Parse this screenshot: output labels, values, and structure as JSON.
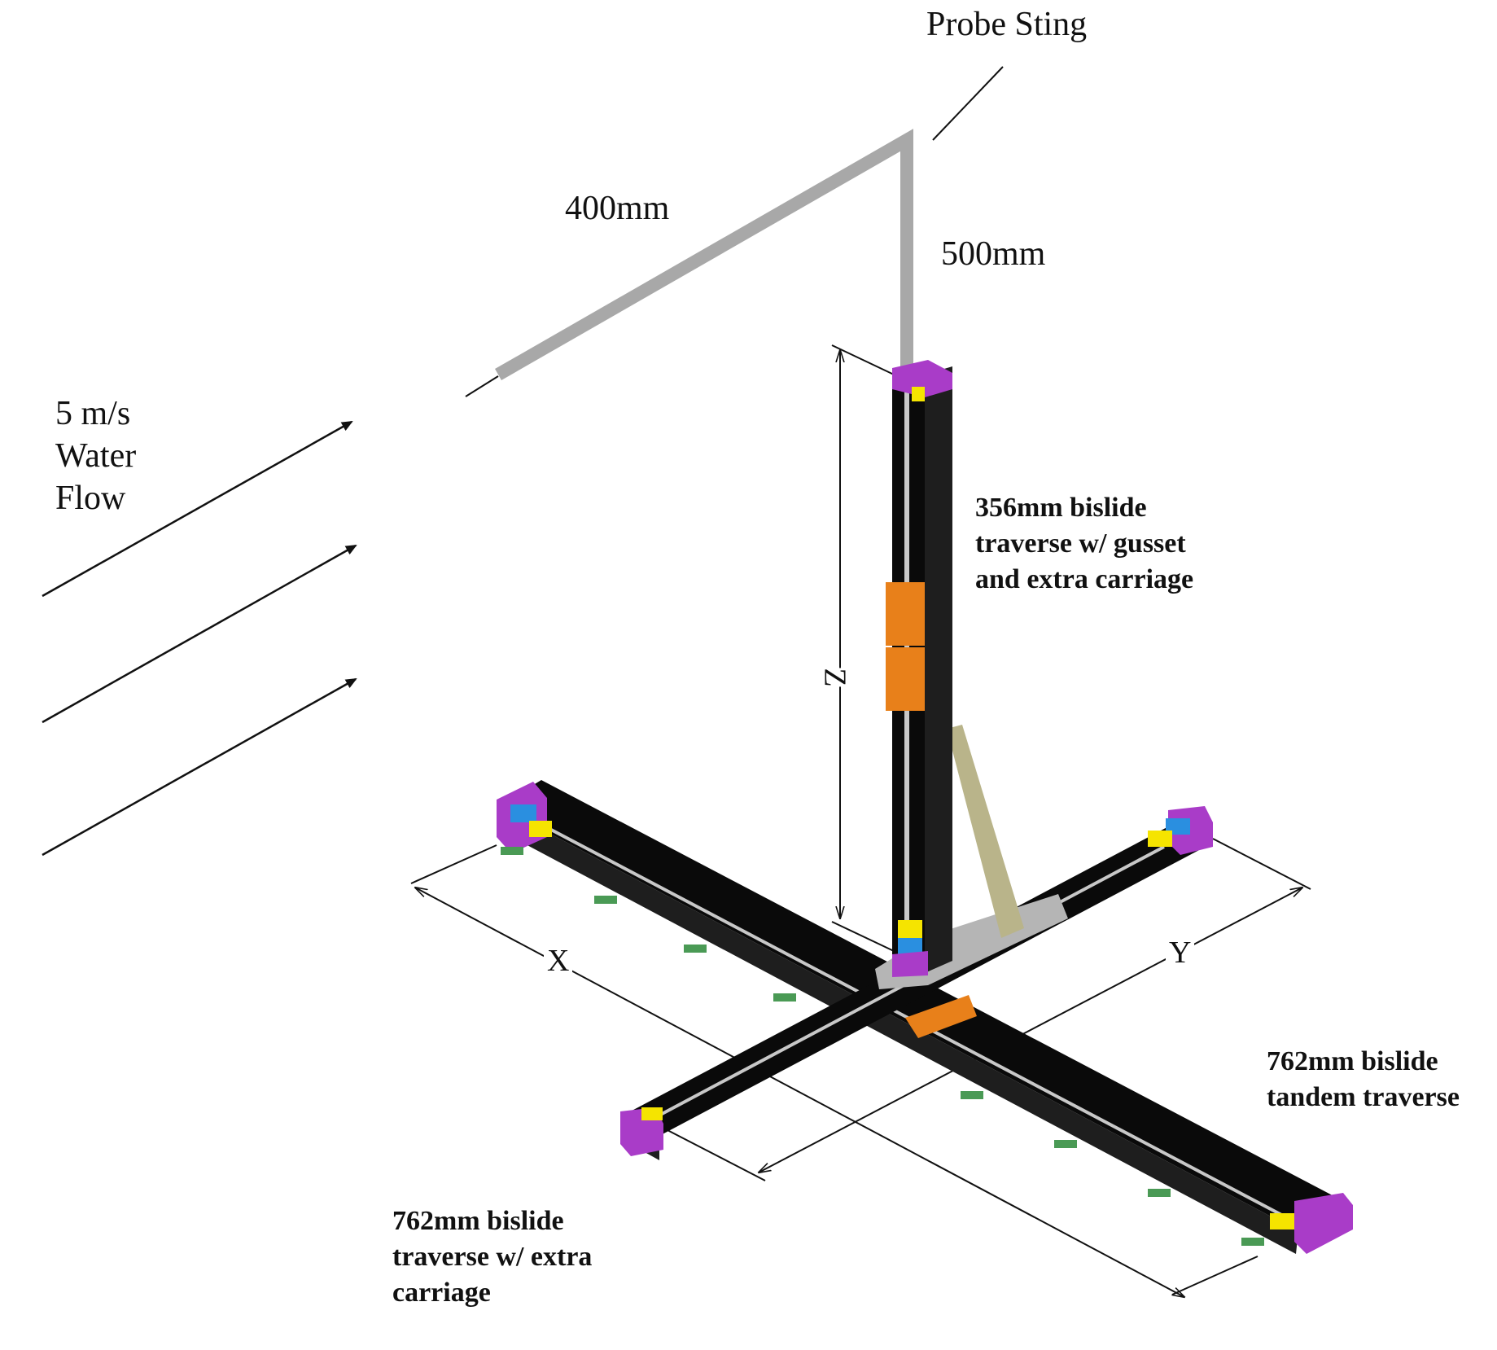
{
  "labels": {
    "probe_sting": "Probe Sting",
    "len_horizontal": "400mm",
    "len_vertical": "500mm",
    "flow": [
      "5 m/s",
      "Water",
      "Flow"
    ],
    "vertical_traverse": [
      "356mm bislide",
      "traverse w/ gusset",
      "and extra carriage"
    ],
    "right_traverse": [
      "762mm bislide",
      "tandem traverse"
    ],
    "left_traverse": [
      "762mm bislide",
      "traverse w/ extra",
      "carriage"
    ],
    "axis_x": "X",
    "axis_y": "Y",
    "axis_z": "Z"
  },
  "colors": {
    "rail": "#0a0a0a",
    "rod": "#c8c8c8",
    "sting": "#a8a8a8",
    "endcap": "#a93cc8",
    "block_blue": "#2a8fe0",
    "block_yellow": "#f5e400",
    "carriage": "#e8801a",
    "gusset": "#b9b48a",
    "plate": "#b5b5b5",
    "foot": "#4a9a55"
  }
}
